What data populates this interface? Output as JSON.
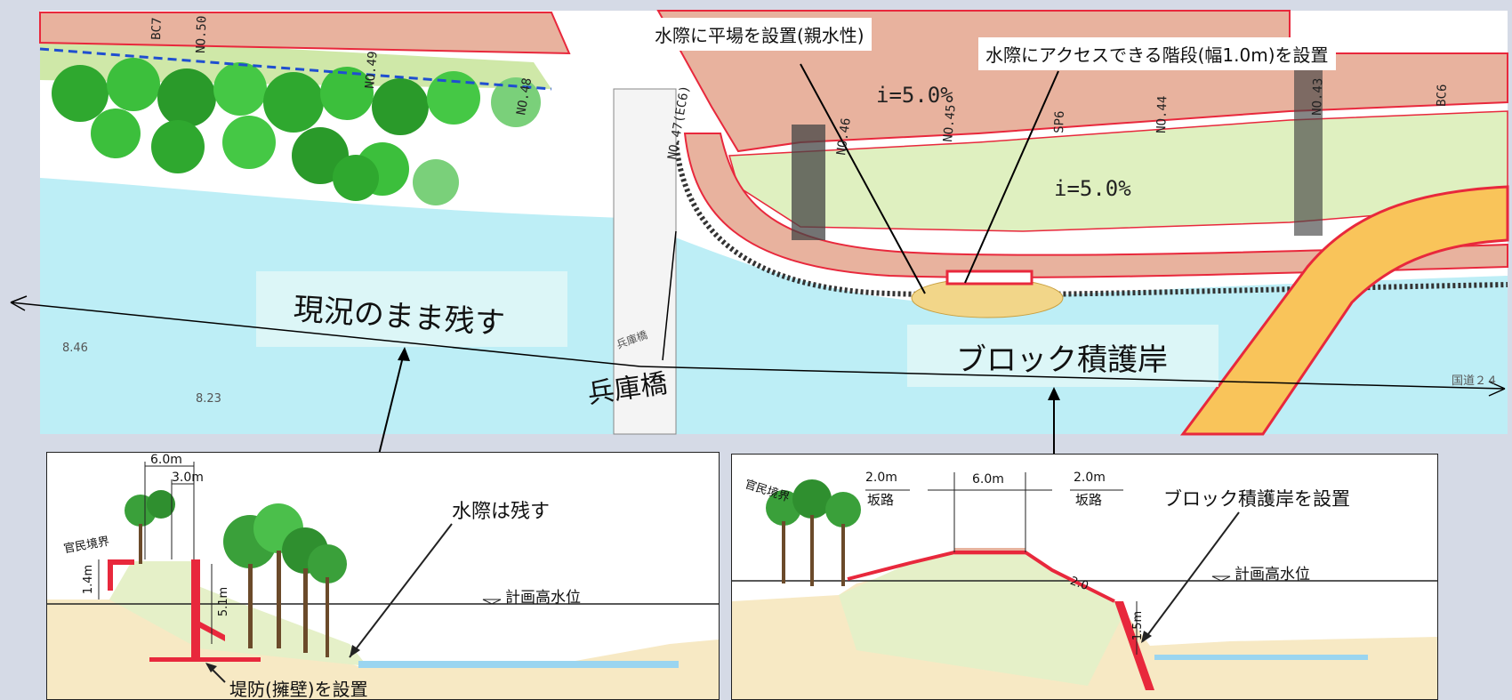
{
  "callouts": {
    "flat_area": "水際に平場を設置(親水性)",
    "stairs": "水際にアクセスできる階段(幅1.0m)を設置"
  },
  "map_labels": {
    "keep_as_is": "現況のまま残す",
    "block_revetment": "ブロック積護岸",
    "bridge_name": "兵庫橋",
    "slope_top": "i=5.0%",
    "slope_bottom": "i=5.0%",
    "stations": [
      "NO.50",
      "NO.49",
      "NO.48",
      "NO.47(EC6)",
      "NO.46",
      "NO.45",
      "SP6",
      "NO.44",
      "NO.43",
      "BC6",
      "BC7"
    ],
    "elevations": [
      "8.46",
      "8.23"
    ],
    "small_bridge": "兵庫橋",
    "road": "国道２４"
  },
  "left_section": {
    "dim_6m": "6.0m",
    "dim_3m": "3.0m",
    "dim_14m": "1.4m",
    "dim_51m": "5.1m",
    "boundary": "官民境界",
    "water_edge_note": "水際は残す",
    "hwl": "計画高水位",
    "embankment_note": "堤防(擁壁)を設置"
  },
  "right_section": {
    "boundary": "官民境界",
    "dim_2m_left": "2.0m",
    "ramp_left": "坂路",
    "dim_6m": "6.0m",
    "dim_2m_right": "2.0m",
    "ramp_right": "坂路",
    "revetment_note": "ブロック積護岸を設置",
    "hwl": "計画高水位",
    "dim_15m": "1.5m",
    "slope": "2.0"
  },
  "colors": {
    "river": "#bdeef6",
    "road_band": "#e8b29e",
    "green_fill": "#cfe8a8",
    "ground": "#f7e9c4",
    "embank": "#e5f0c8",
    "orange_road": "#f9c45a",
    "red_line": "#e8283c"
  }
}
